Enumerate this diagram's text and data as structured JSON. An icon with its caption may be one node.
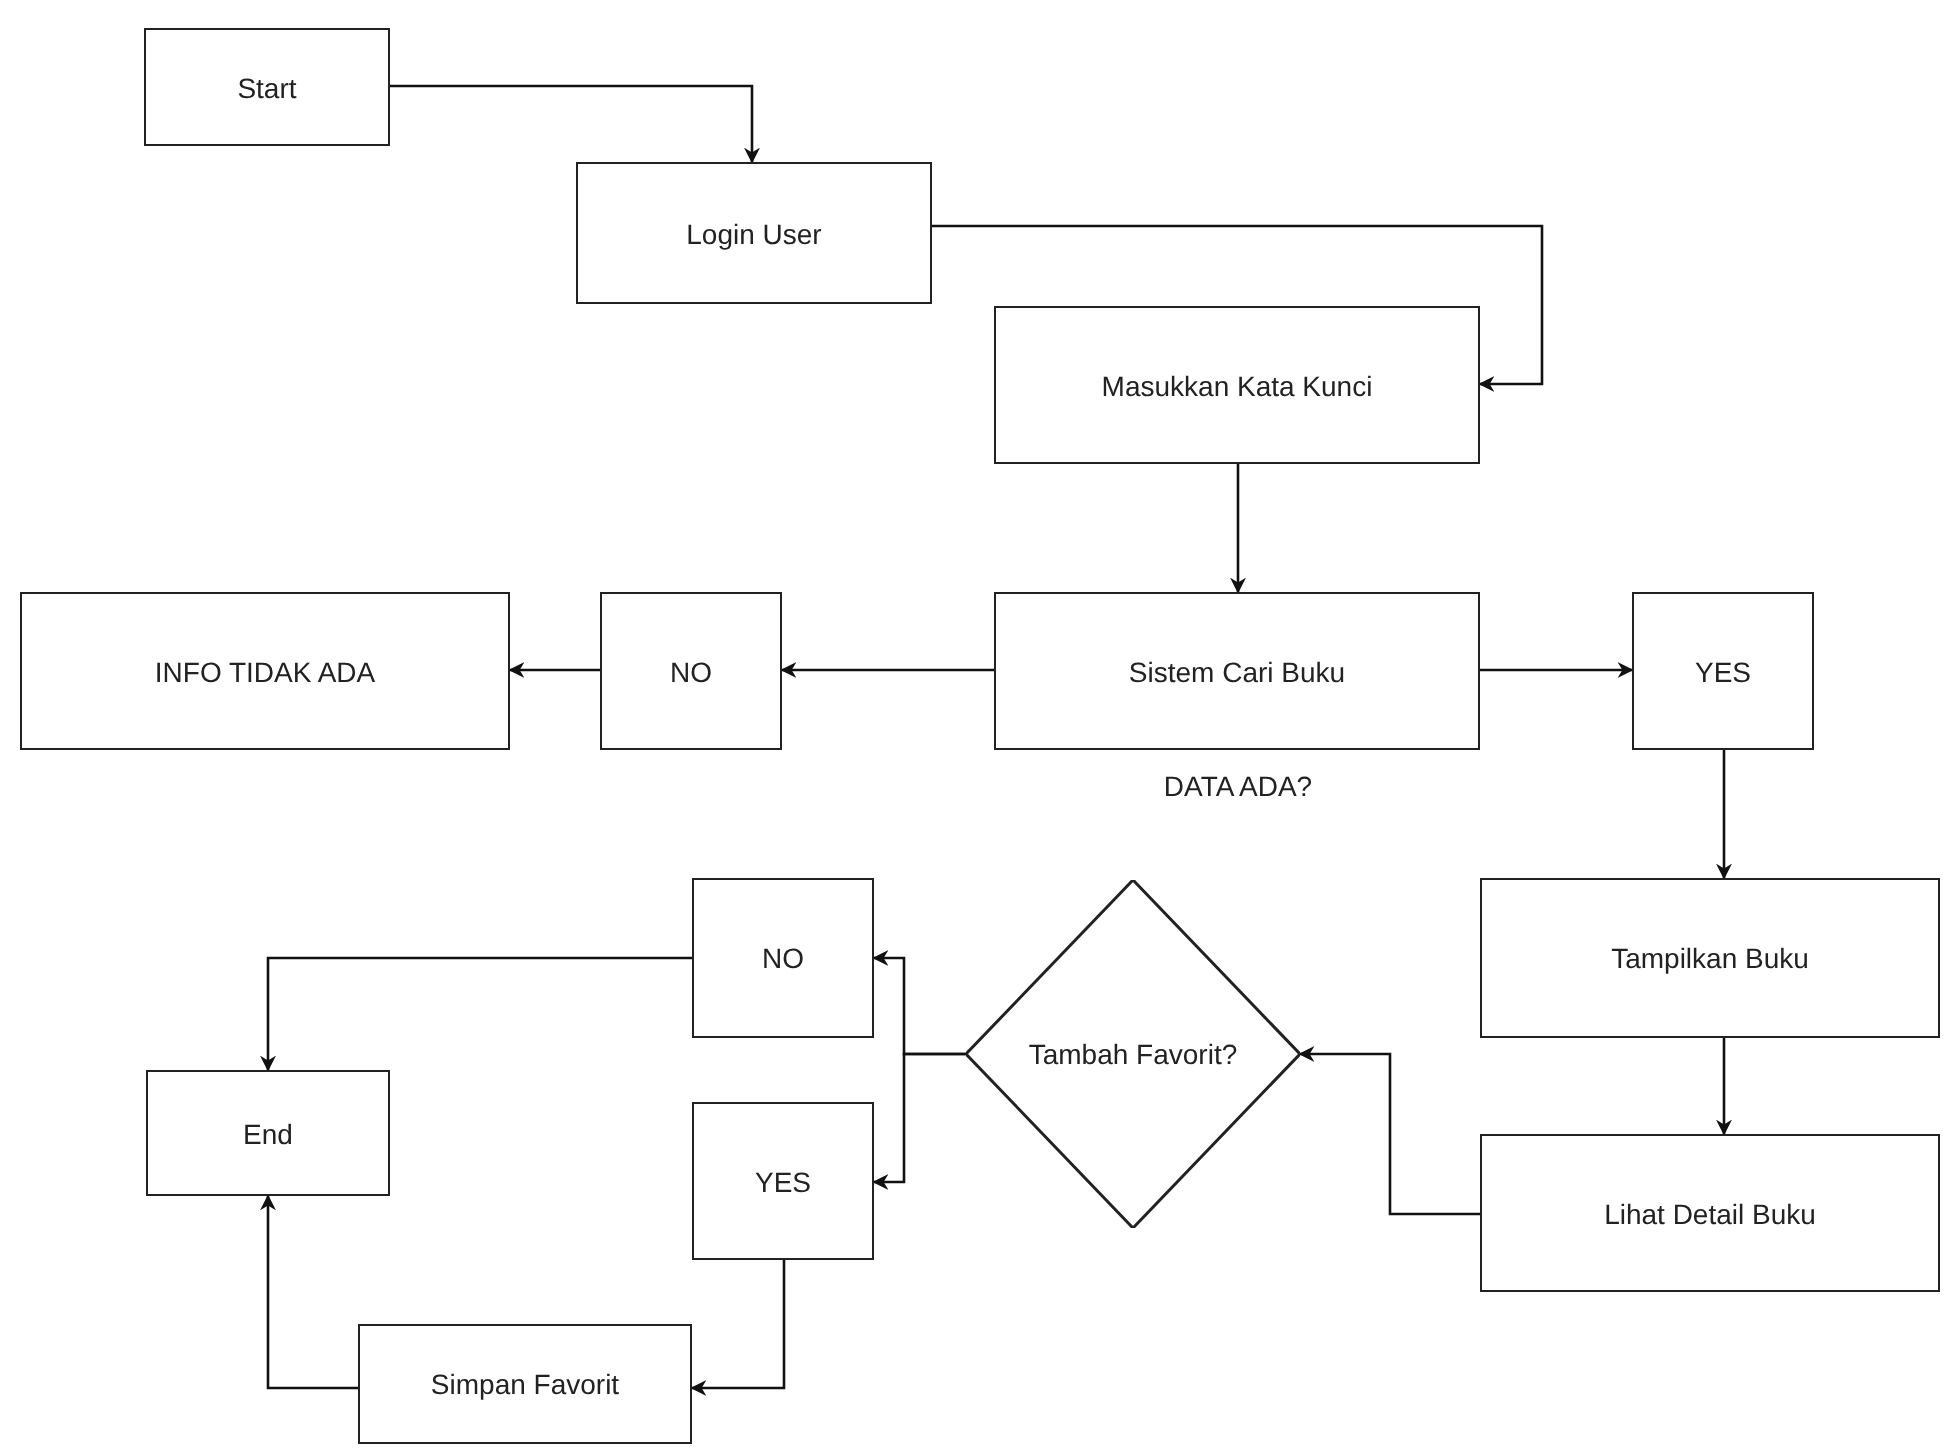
{
  "diagram": {
    "nodes": [
      {
        "text": [
          "Start"
        ]
      },
      {
        "text": [
          "Login User"
        ]
      },
      {
        "text": [
          "Masukkan Kata Kunci"
        ]
      },
      {
        "text": [
          "Sistem Cari Buku"
        ],
        "beside": [
          "DATA ADA?"
        ]
      },
      {
        "text": [
          "NO"
        ]
      },
      {
        "text": [
          "INFO TIDAK ADA"
        ]
      },
      {
        "text": [
          "YES"
        ]
      },
      {
        "text": [
          "Tampilkan Buku"
        ]
      },
      {
        "text": [
          "Lihat Detail Buku"
        ]
      },
      {
        "text": [
          "Tambah Favorit?"
        ]
      },
      {
        "text": [
          "NO"
        ]
      },
      {
        "text": [
          "YES"
        ]
      },
      {
        "text": [
          "End"
        ]
      },
      {
        "text": [
          "Simpan Favorit"
        ]
      }
    ],
    "edges": [
      {
        "from": 0,
        "to": 1,
        "arrow": "to"
      },
      {
        "from": 1,
        "to": 2,
        "arrow": "to"
      },
      {
        "from": 2,
        "to": 3,
        "arrow": "to"
      },
      {
        "from": 3,
        "to": 4,
        "arrow": "to"
      },
      {
        "from": 4,
        "to": 5,
        "arrow": "to"
      },
      {
        "from": 3,
        "to": 6,
        "arrow": "to"
      },
      {
        "from": 6,
        "to": 7,
        "arrow": "to"
      },
      {
        "from": 7,
        "to": 8,
        "arrow": "to"
      },
      {
        "from": 8,
        "to": 9,
        "arrow": "to"
      },
      {
        "from": 9,
        "to": 10,
        "arrow": "to"
      },
      {
        "from": 9,
        "to": 11,
        "arrow": "to"
      },
      {
        "from": 10,
        "to": 12,
        "arrow": "to"
      },
      {
        "from": 11,
        "to": 13,
        "arrow": "to"
      },
      {
        "from": 13,
        "to": 12,
        "arrow": "to"
      }
    ]
  }
}
